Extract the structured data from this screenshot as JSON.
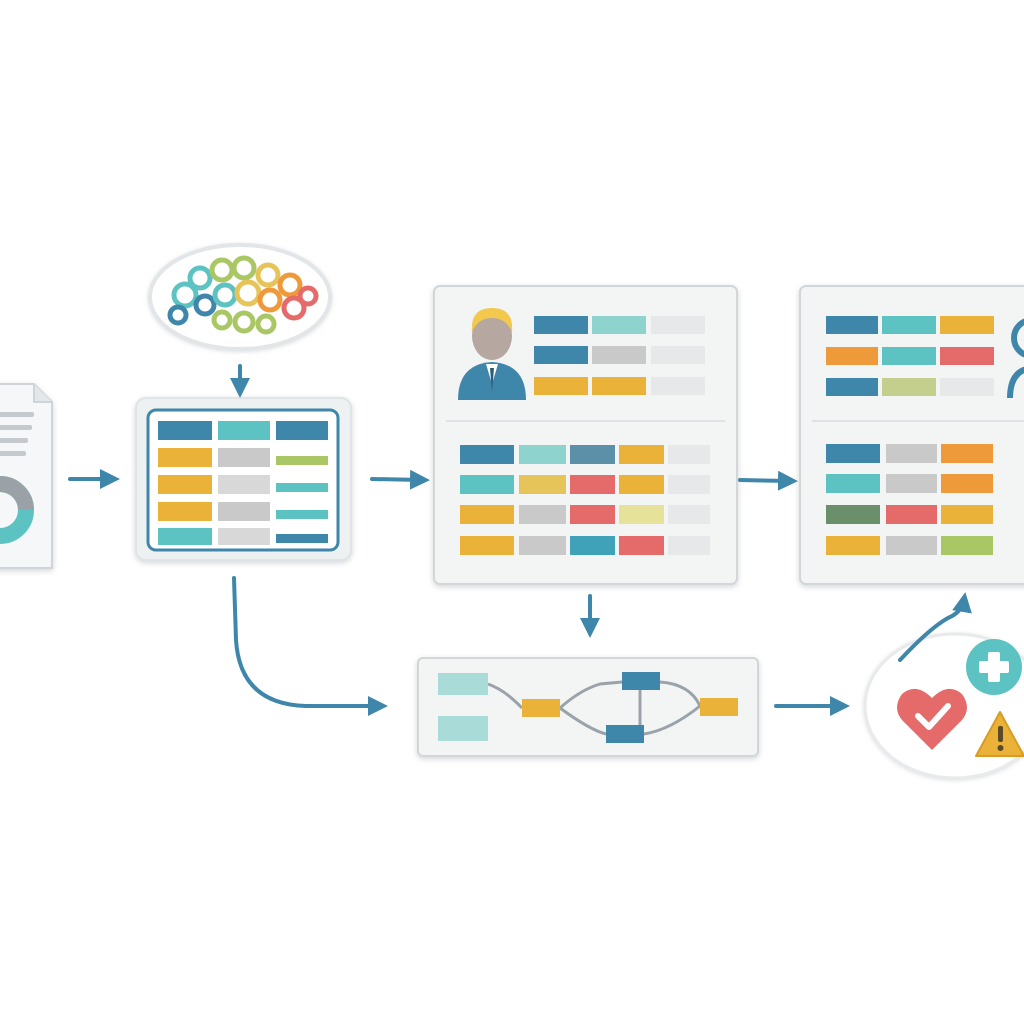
{
  "palette": {
    "blue": "#3f86ab",
    "teal": "#5cc3c2",
    "yellow": "#ebb23a",
    "orange": "#ee9a3a",
    "red": "#e56b6b",
    "gray": "#c9c9c9",
    "light_gray": "#e6e8ea",
    "lime": "#a9c764",
    "pale_yellow": "#e7e29a",
    "pale_teal": "#a9dcd8",
    "card_bg": "#f3f4f4",
    "card_border": "#d2d6d9",
    "arrow": "#3f86ab",
    "skin": "#b6a7a1",
    "hair": "#f2c94c",
    "suit": "#3f86ab"
  },
  "icons": {
    "source_document": "document-with-donut-chart-icon",
    "knowledge": "brain-network-icon",
    "user_a": "businessman-avatar-icon",
    "user_b": "user-outline-avatar-icon",
    "outcomes": [
      "heart-check-icon",
      "plus-cross-icon",
      "warning-triangle-icon"
    ]
  },
  "diagram": {
    "nodes": [
      "source-document",
      "knowledge-brain",
      "data-table",
      "profile-panel-a",
      "profile-panel-b",
      "workflow-graph",
      "outcome-badges"
    ],
    "edges": [
      [
        "source-document",
        "data-table"
      ],
      [
        "knowledge-brain",
        "data-table"
      ],
      [
        "data-table",
        "profile-panel-a"
      ],
      [
        "data-table",
        "workflow-graph"
      ],
      [
        "profile-panel-a",
        "profile-panel-b"
      ],
      [
        "profile-panel-a",
        "workflow-graph"
      ],
      [
        "workflow-graph",
        "outcome-badges"
      ],
      [
        "outcome-badges",
        "profile-panel-b"
      ]
    ]
  }
}
